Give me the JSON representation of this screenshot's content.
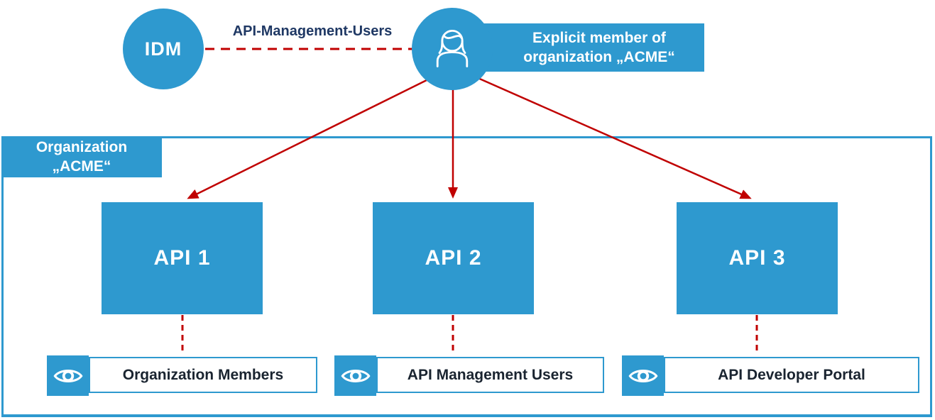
{
  "colors": {
    "accent_blue": "#2E99CF",
    "connector_red": "#C00000",
    "link_label_navy": "#1F3864",
    "permission_text_dark": "#1A2430"
  },
  "idm_node": {
    "label": "IDM"
  },
  "idm_link": {
    "label": "API-Management-Users",
    "style": "dashed-red"
  },
  "user_node": {
    "icon": "person-icon",
    "label": "Explicit member of\norganization „ACME“"
  },
  "organization": {
    "label": "Organization\n„ACME“",
    "apis": [
      {
        "label": "API 1"
      },
      {
        "label": "API 2"
      },
      {
        "label": "API 3"
      }
    ],
    "permissions": [
      {
        "icon": "eye-icon",
        "label": "Organization Members"
      },
      {
        "icon": "eye-icon",
        "label": "API Management Users"
      },
      {
        "icon": "eye-icon",
        "label": "API Developer Portal"
      }
    ]
  }
}
